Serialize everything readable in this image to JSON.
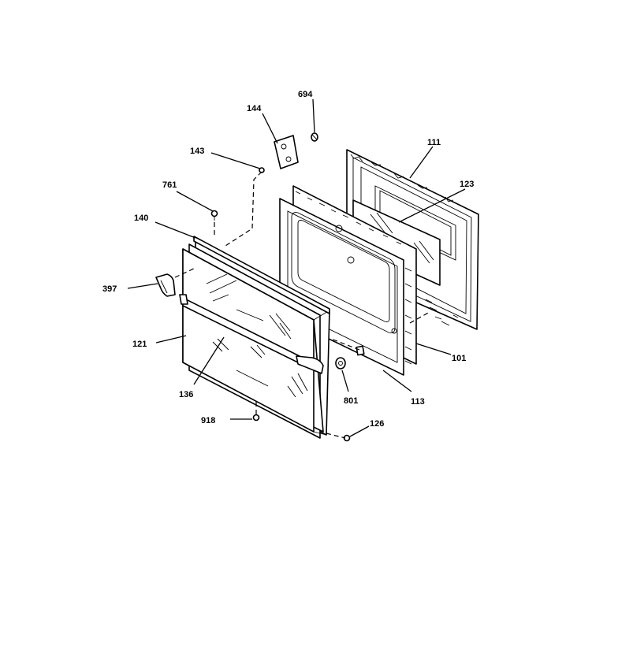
{
  "diagram": {
    "callouts": {
      "c144": "144",
      "c694": "694",
      "c143": "143",
      "c111": "111",
      "c761": "761",
      "c123": "123",
      "c140": "140",
      "c397": "397",
      "c121": "121",
      "c101": "101",
      "c136": "136",
      "c801": "801",
      "c113": "113",
      "c918": "918",
      "c126": "126"
    }
  }
}
